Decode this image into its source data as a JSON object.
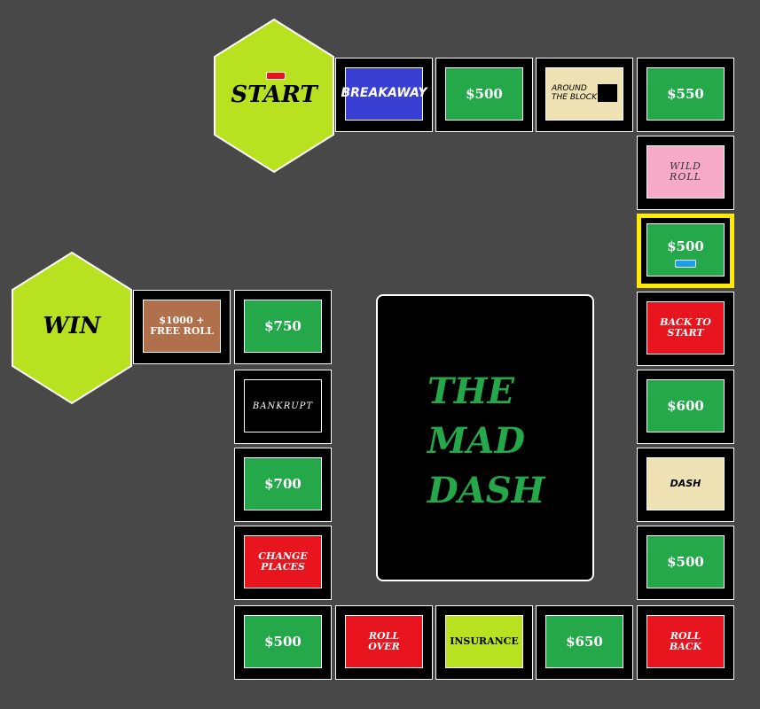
{
  "colors": {
    "background": "#484848",
    "hex": "#b8e11f",
    "green": "#24a84a",
    "red": "#e8141e",
    "highlight": "#ffea00",
    "pawn_red": "#e8141e",
    "pawn_blue": "#1e9ee8"
  },
  "start_label": "START",
  "win_label": "WIN",
  "center_title": "THE\nMAD\nDASH",
  "tiles": {
    "breakaway": "BREAKAWAY",
    "top_500": "$500",
    "around_block": "AROUND\nTHE BLOCK",
    "top_550": "$550",
    "wild_roll": "WILD\nROLL",
    "right_500_highlight": "$500",
    "back_to_start": "BACK TO\nSTART",
    "right_600": "$600",
    "dash": "DASH",
    "right_500": "$500",
    "roll_back": "ROLL\nBACK",
    "bottom_650": "$650",
    "insurance": "INSURANCE",
    "roll_over": "ROLL\nOVER",
    "bottom_500": "$500",
    "change_places": "CHANGE\nPLACES",
    "left_700": "$700",
    "bankrupt": "BANKRUPT",
    "left_750": "$750",
    "free_roll": "$1000 +\nFREE ROLL"
  },
  "pawns": [
    {
      "color": "red",
      "location": "start"
    },
    {
      "color": "blue",
      "location": "right_500_highlight"
    }
  ]
}
